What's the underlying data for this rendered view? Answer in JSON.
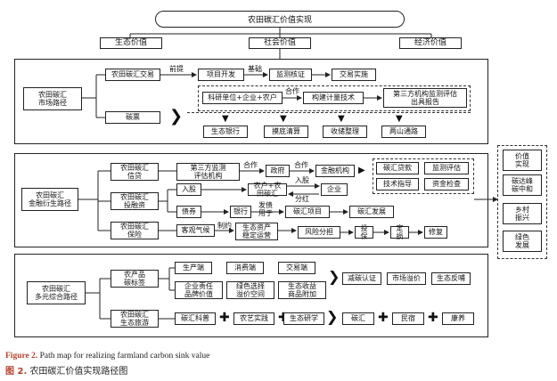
{
  "top": {
    "title": "农田碳汇价值实现",
    "values": [
      "生态价值",
      "社会价值",
      "经济价值"
    ]
  },
  "market": {
    "label": "农田碳汇\n市场路径",
    "trading": "农田碳汇交易",
    "edge_premise": "前提",
    "project_dev": "项目开发",
    "edge_basis": "基础",
    "mrv": "监测核证",
    "trade_impl": "交易实施",
    "partners": "科研单位+企业+农户",
    "edge_coop": "合作",
    "method": "构建计量技术",
    "third_party": "第三方机构监测评估\n出具报告",
    "ticket": "碳票",
    "outcomes": [
      "生态银行",
      "摸底清算",
      "收储整理",
      "两山通路"
    ]
  },
  "finance": {
    "label": "农田碳汇\n金融衍生路径",
    "credit": "农田碳汇\n信贷",
    "third_eval": "第三方监测\n评估机构",
    "edge_coop1": "合作",
    "government": "政府",
    "edge_coop2": "合作",
    "fin_inst": "金融机构",
    "services": [
      "碳汇贷款",
      "监测评估",
      "技术指导",
      "资金检查"
    ],
    "invest": "农田碳汇\n投融资",
    "equity": "入股",
    "farmer_coop": "农户+农田碳汇",
    "edge_equity": "入股",
    "enterprise": "企业",
    "edge_dividend": "分红",
    "bond": "债券",
    "bank": "银行",
    "edge_issue": "发债\n用于",
    "carbon_project": "碳汇项目",
    "carbon_dev": "碳汇发展",
    "insurance": "农田碳汇\n保险",
    "weather": "客观气候",
    "edge_constrain": "制约",
    "eco_assets": "生态资产\n稳定运营",
    "risk_share": "风险分担",
    "insure": "投保",
    "loss_assess": "定损",
    "restore": "修复"
  },
  "multi": {
    "label": "农田碳汇\n多元综合路径",
    "label_product": "农产品\n碳标签",
    "producer": "生产端",
    "consumer": "消费端",
    "trade_end": "交易端",
    "corp_resp": "企业责任\n品牌价值",
    "green_choice": "绿色选择\n溢价空间",
    "eco_income": "生态收益\n商品附加",
    "results1": [
      "减碳认证",
      "市场溢价",
      "生态反哺"
    ],
    "tourism": "农田碳汇\n生态旅游",
    "science": "碳汇科普",
    "farming": "农艺实践",
    "study": "生态研学",
    "results2": [
      "碳汇",
      "民宿",
      "康养"
    ]
  },
  "right_values": [
    "价值\n实现",
    "碳达峰\n碳中和",
    "乡村\n振兴",
    "绿色\n发展"
  ],
  "caption": {
    "en_num": "Figure 2.",
    "en_text": "Path map for realizing farmland carbon sink value",
    "cn_num": "图 2.",
    "cn_text": "农田碳汇价值实现路径图"
  }
}
